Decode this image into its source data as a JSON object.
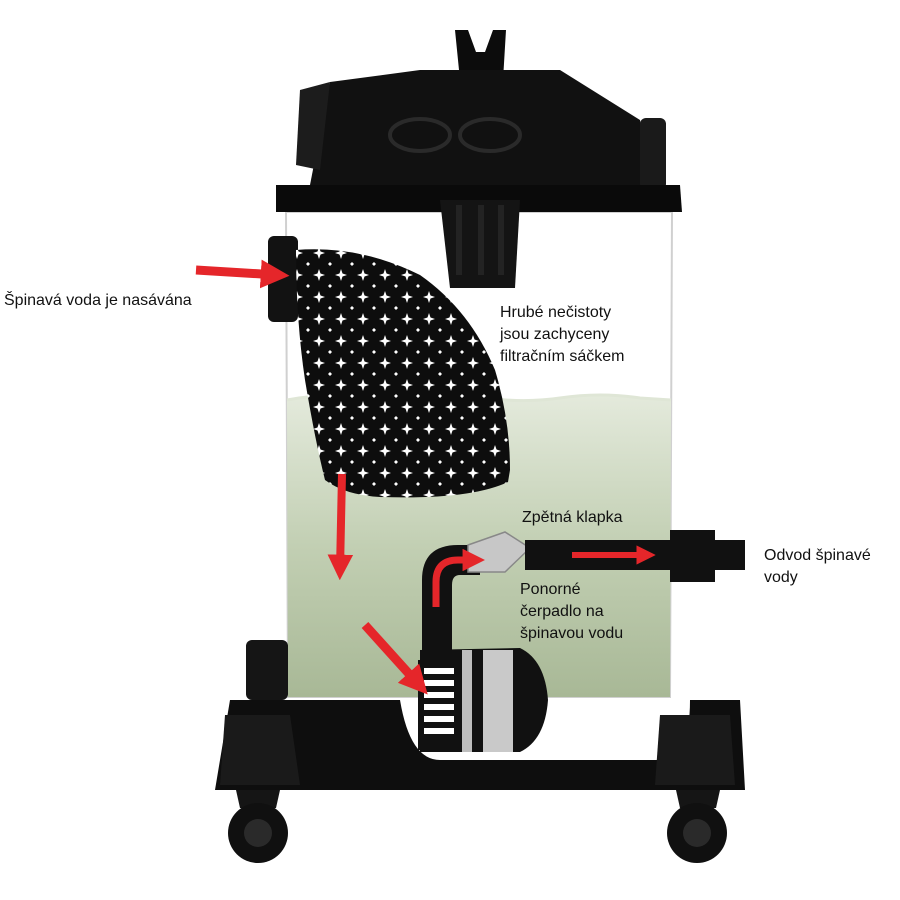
{
  "labels": {
    "intake": "Špinavá voda je nasávána",
    "debris": [
      "Hrubé nečistoty",
      "jsou zachyceny",
      "filtračním sáčkem"
    ],
    "valve": "Zpětná klapka",
    "pump": [
      "Ponorné",
      "čerpadlo na",
      "špinavou vodu"
    ],
    "outlet": [
      "Odvod špinavé",
      "vody"
    ]
  },
  "colors": {
    "body": "#0c0c0c",
    "water": "#b9c7a9",
    "arrow": "#e5262a",
    "tank_outline": "#cfcfcf",
    "valve": "#c7c7c7"
  }
}
